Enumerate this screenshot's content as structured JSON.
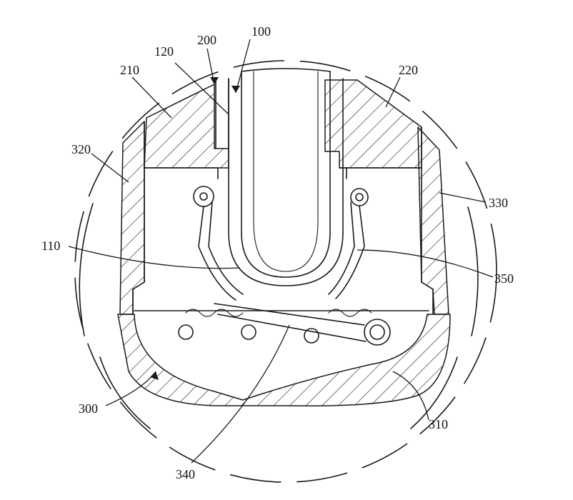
{
  "labels": {
    "l100": "100",
    "l110": "110",
    "l120": "120",
    "l200": "200",
    "l210": "210",
    "l220": "220",
    "l300": "300",
    "l310": "310",
    "l320": "320",
    "l330": "330",
    "l340": "340",
    "l350": "350"
  },
  "colors": {
    "line": "#1a1a1a",
    "background": "#ffffff"
  }
}
